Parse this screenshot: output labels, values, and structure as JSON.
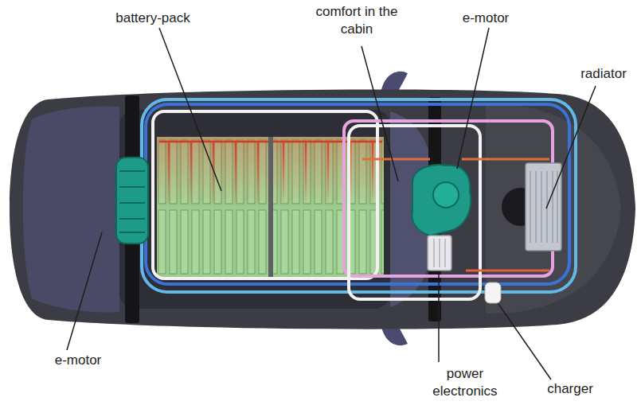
{
  "diagram": {
    "labels": [
      "battery-pack",
      "comfort in the cabin",
      "e-motor",
      "radiator",
      "e-motor",
      "power electronics",
      "charger"
    ]
  }
}
